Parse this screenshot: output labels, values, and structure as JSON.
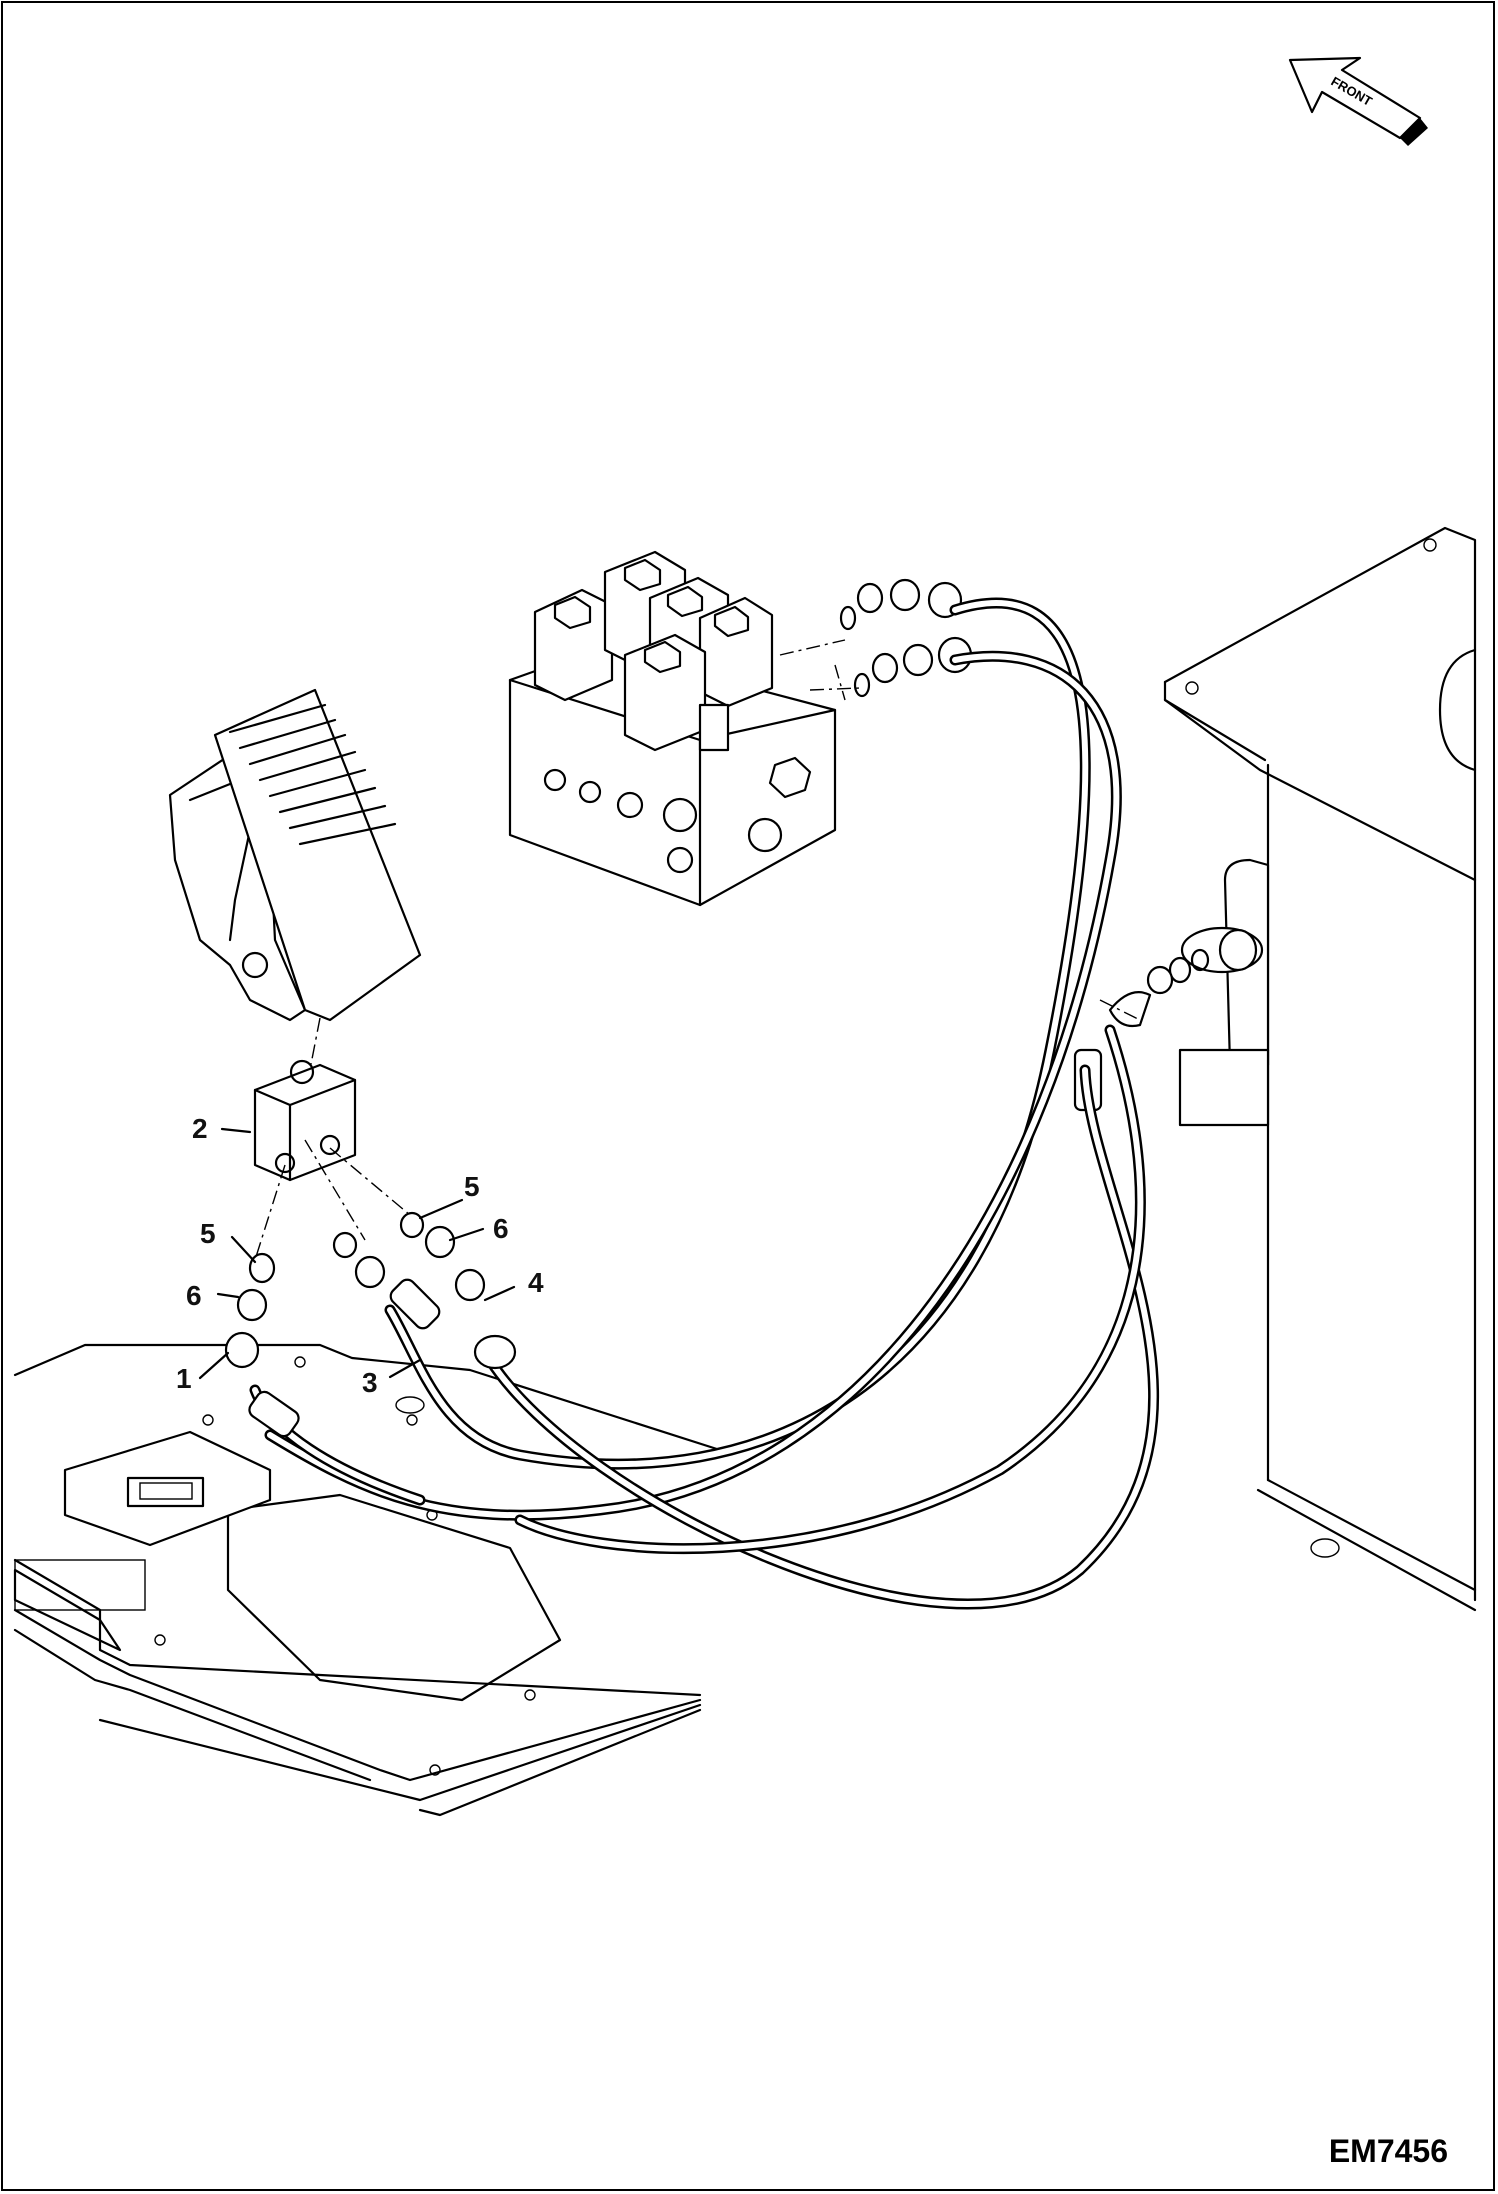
{
  "drawing_code": "EM7456",
  "front_arrow": {
    "label": "FRONT"
  },
  "callouts": [
    {
      "id": "1",
      "label": "1"
    },
    {
      "id": "2",
      "label": "2"
    },
    {
      "id": "3",
      "label": "3"
    },
    {
      "id": "4",
      "label": "4"
    },
    {
      "id": "5a",
      "label": "5"
    },
    {
      "id": "5b",
      "label": "5"
    },
    {
      "id": "6a",
      "label": "6"
    },
    {
      "id": "6b",
      "label": "6"
    }
  ],
  "icons": [
    "front-direction-arrow-icon"
  ]
}
